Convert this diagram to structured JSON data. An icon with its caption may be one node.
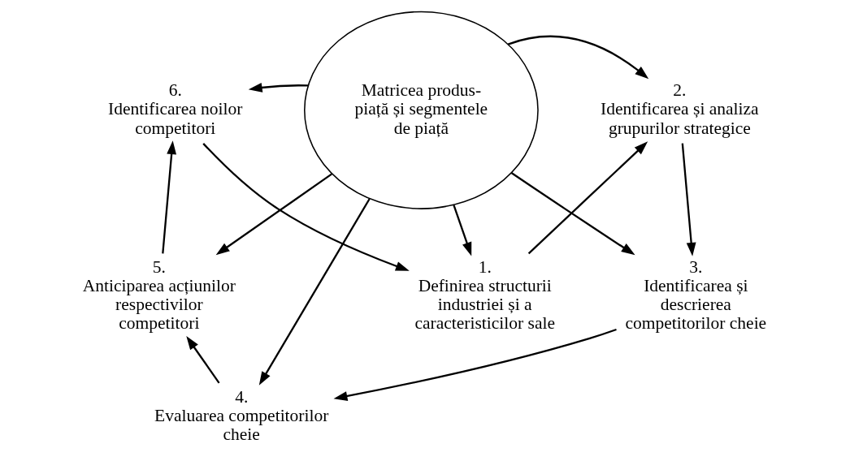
{
  "diagram": {
    "nodes": [
      {
        "text": [
          "Matricea produs-piață și segmentele de piață"
        ]
      },
      {
        "text": [
          "1.",
          "Definirea structurii industriei și a caracteristicilor sale"
        ]
      },
      {
        "text": [
          "2.",
          "Identificarea și analiza grupurilor strategice"
        ]
      },
      {
        "text": [
          "3.",
          "Identificarea și descrierea competitorilor cheie"
        ]
      },
      {
        "text": [
          "4.",
          "Evaluarea competitorilor cheie"
        ]
      },
      {
        "text": [
          "5.",
          "Anticiparea acțiunilor respectivilor competitori"
        ]
      },
      {
        "text": [
          "6.",
          "Identificarea noilor competitori"
        ]
      }
    ],
    "edges": [
      {
        "from": 1,
        "to": 2,
        "arrow": "to"
      },
      {
        "from": 2,
        "to": 3,
        "arrow": "to"
      },
      {
        "from": 3,
        "to": 4,
        "arrow": "to"
      },
      {
        "from": 4,
        "to": 5,
        "arrow": "to"
      },
      {
        "from": 5,
        "to": 6,
        "arrow": "to"
      },
      {
        "from": 6,
        "to": 1,
        "arrow": "to"
      },
      {
        "from": 0,
        "to": 1,
        "arrow": "to"
      },
      {
        "from": 0,
        "to": 2,
        "arrow": "to"
      },
      {
        "from": 0,
        "to": 3,
        "arrow": "to"
      },
      {
        "from": 0,
        "to": 4,
        "arrow": "to"
      },
      {
        "from": 0,
        "to": 5,
        "arrow": "to"
      },
      {
        "from": 0,
        "to": 6,
        "arrow": "to"
      }
    ]
  }
}
